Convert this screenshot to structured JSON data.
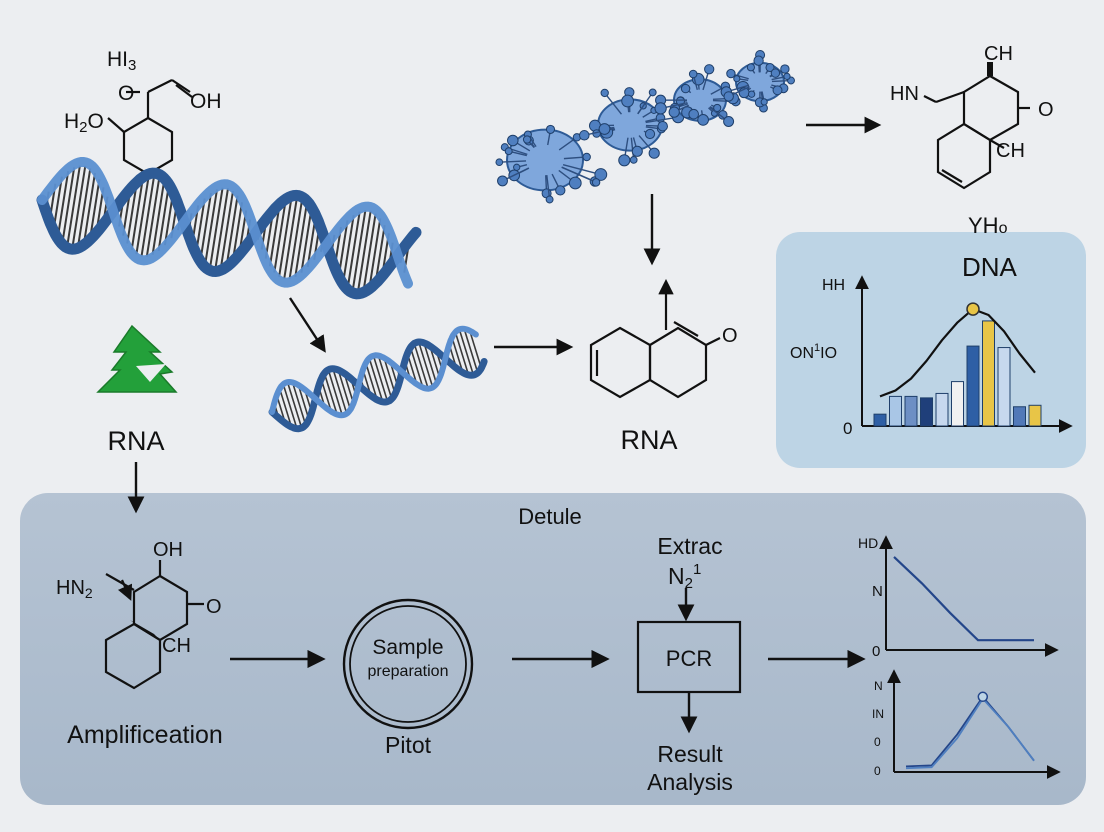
{
  "top": {
    "molecule_left": {
      "l1": "HI",
      "l1_sub": "3",
      "l2": "O",
      "l2b": "OH",
      "l3": "H",
      "l3_sub": "2",
      "l3b": "O"
    },
    "rna_left_label": "RNA",
    "molecule_right": {
      "ch_top": "CH",
      "hn": "HN",
      "o": "O",
      "ch_bottom": "CH"
    },
    "rna_center_label": "RNA",
    "ring_center_o": "O"
  },
  "inset_chart": {
    "title_small": "YH",
    "title_small_sub": "o",
    "title": "DNA",
    "y_tick_top": "HH",
    "y_label": "ON",
    "y_label_sup": "1",
    "y_label_tail": "IO",
    "y_tick_zero": "0"
  },
  "bottom_panel": {
    "title": "Detule",
    "molecule": {
      "oh": "OH",
      "hn": "HN",
      "hn_sub": "2",
      "o": "O",
      "ch": "CH"
    },
    "amplification_label": "Amplificeation",
    "sample_line1": "Sample",
    "sample_line2": "preparation",
    "sample_caption": "Pitot",
    "extract_line1": "Extrac",
    "extract_line2": "N",
    "extract_line2_sub": "2",
    "extract_line2_sup": "1",
    "pcr_label": "PCR",
    "result_line1": "Result",
    "result_line2": "Analysis"
  },
  "chart_data": [
    {
      "type": "bar",
      "title": "DNA",
      "ylabel": "ON1IO",
      "yticks": [
        "HH",
        "0"
      ],
      "ylim": [
        0,
        10
      ],
      "values": [
        0.8,
        2.0,
        2.0,
        1.9,
        2.2,
        3.0,
        5.4,
        7.1,
        5.3,
        1.3,
        1.4
      ],
      "series_colors": [
        "#2e5fa5",
        "#a9c6e6",
        "#6d8fc4",
        "#1f3f7a",
        "#c7d8ee",
        "#f1f1f1",
        "#2e5fa5",
        "#e8c547",
        "#c7d8ee",
        "#5279b8",
        "#e8c547"
      ],
      "overlay_curve": {
        "x": [
          0,
          1,
          2,
          3,
          4,
          5,
          6,
          7,
          8,
          9,
          10
        ],
        "y": [
          2.0,
          2.4,
          3.2,
          4.4,
          5.8,
          7.0,
          7.9,
          7.5,
          6.4,
          4.9,
          3.6
        ],
        "peak_index": 6
      },
      "grid": false,
      "legend": "none"
    },
    {
      "type": "line",
      "yticks": [
        "HD",
        "N",
        "0"
      ],
      "x": [
        0,
        1,
        2,
        3,
        4,
        5
      ],
      "y": [
        9.5,
        6.8,
        3.8,
        1.0,
        1.0,
        1.0
      ],
      "ylim": [
        0,
        10
      ],
      "grid": false,
      "legend": "none"
    },
    {
      "type": "line",
      "yticks": [
        "N",
        "IN",
        "0",
        "0"
      ],
      "x": [
        0,
        1,
        2,
        3,
        4,
        5
      ],
      "series": [
        {
          "values": [
            0.6,
            0.7,
            4.0,
            8.0,
            4.8,
            1.2
          ]
        },
        {
          "values": [
            0.4,
            0.5,
            3.6,
            7.8,
            4.8,
            1.2
          ]
        }
      ],
      "ylim": [
        0,
        10
      ],
      "grid": false,
      "legend": "none"
    }
  ]
}
